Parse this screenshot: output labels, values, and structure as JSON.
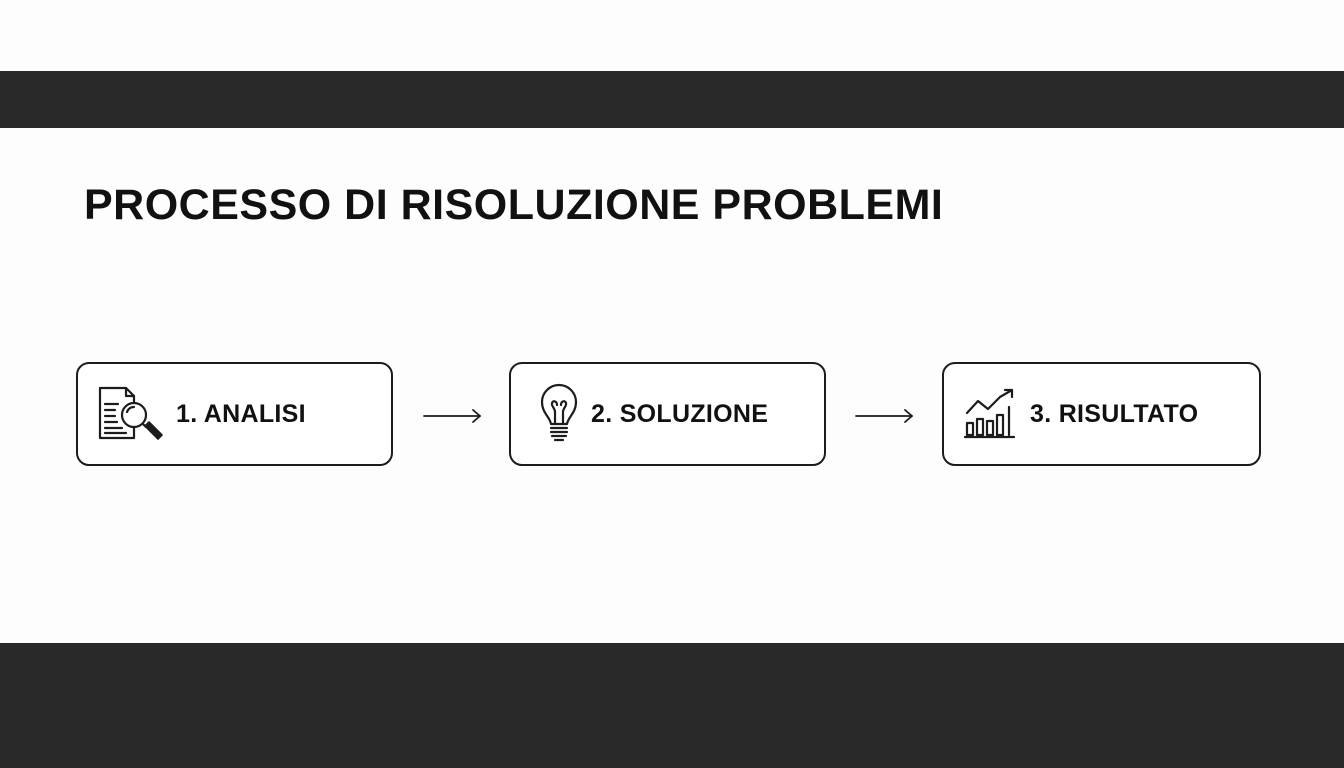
{
  "title": "PROCESSO DI RISOLUZIONE PROBLEMI",
  "steps": [
    {
      "label": "1. ANALISI",
      "icon": "document-magnifier-icon"
    },
    {
      "label": "2. SOLUZIONE",
      "icon": "lightbulb-icon"
    },
    {
      "label": "3. RISULTATO",
      "icon": "growth-chart-icon"
    }
  ],
  "colors": {
    "band": "#2a2929",
    "background": "#fdfdfd",
    "stroke": "#1c1c1c",
    "text": "#111111"
  }
}
